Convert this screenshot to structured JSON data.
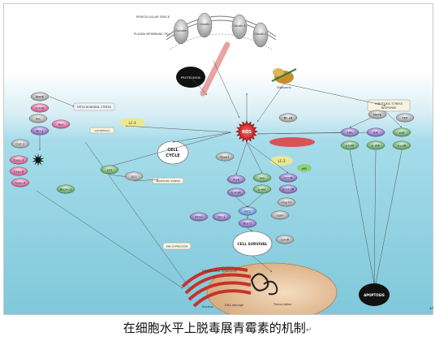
{
  "caption": {
    "text": "在细胞水平上脱毒展青霉素的机制",
    "mark": "↵"
  },
  "corner_mark": "↵",
  "colors": {
    "sky_top": "#ffffff",
    "sky_mid": "#cfe8f0",
    "water": "#8fd0df",
    "ros": "#d42020",
    "nucleus": "#e9c9a2",
    "er": "#d23a2a",
    "node_purple": "#6b4fa6",
    "node_green": "#3e8f4a",
    "node_gray": "#9a9a9a",
    "node_pink": "#d8609a"
  },
  "labels": {
    "periplasmic_space": "PERICELLULAR SPACE",
    "plasma_membrane": "PLASMA MEMBRANE CELL",
    "proteolysis": "PROTEOLYSIS",
    "mitochondrial_stress": "MITOCHONDRIAL STRESS",
    "cell_cycle_1": "CELL",
    "cell_cycle_2": "CYCLE",
    "ros": "ROS",
    "cell_survival": "CELL SURVIVAL",
    "apoptosis": "APOPTOSIS",
    "endoplasmic_reticulum": "ENDOPLASMIC RETICULUM",
    "ribotoxic_stress_1": "RIBOTOXIC STRESS",
    "ribotoxic_stress_2": "RESPONSE",
    "nucleus": "Nucleus",
    "dna_damage": "DNA damage",
    "transcription": "Transcription",
    "ribosome": "Ribosome",
    "lc3": "LC-3",
    "lc3b": "LC-3",
    "p62": "p62",
    "dna_expression": "DNA EXPRESSION",
    "apoptotic_stress": "APOPTOTIC STRESS",
    "autophagy": "AUTOPHAGY"
  },
  "membrane_proteins": [
    "Occludin",
    "Claudin",
    "Claudin-4",
    "Claudin-1"
  ],
  "nodes": {
    "left_column": [
      "AMPK",
      "mTOR",
      "Akt",
      "Bcl-2",
      "Bax",
      "Cyt c"
    ],
    "left_lower": [
      "Casp-3",
      "Casp-8",
      "Casp-9"
    ],
    "center": [
      "PI3K",
      "p-PI3K",
      "Akt",
      "p-Akt",
      "mTOR",
      "p-mTOR",
      "Nrf2",
      "HO-1",
      "NQO1",
      "GSH"
    ],
    "right": [
      "ERK",
      "p-ERK",
      "JNK",
      "p-JNK",
      "p38",
      "p-p38",
      "MAPK",
      "PKR"
    ],
    "misc": [
      "p53",
      "p21",
      "ATG5",
      "Beclin-1",
      "Keap1",
      "NF-κB",
      "Hsp70",
      "CHOP"
    ]
  }
}
